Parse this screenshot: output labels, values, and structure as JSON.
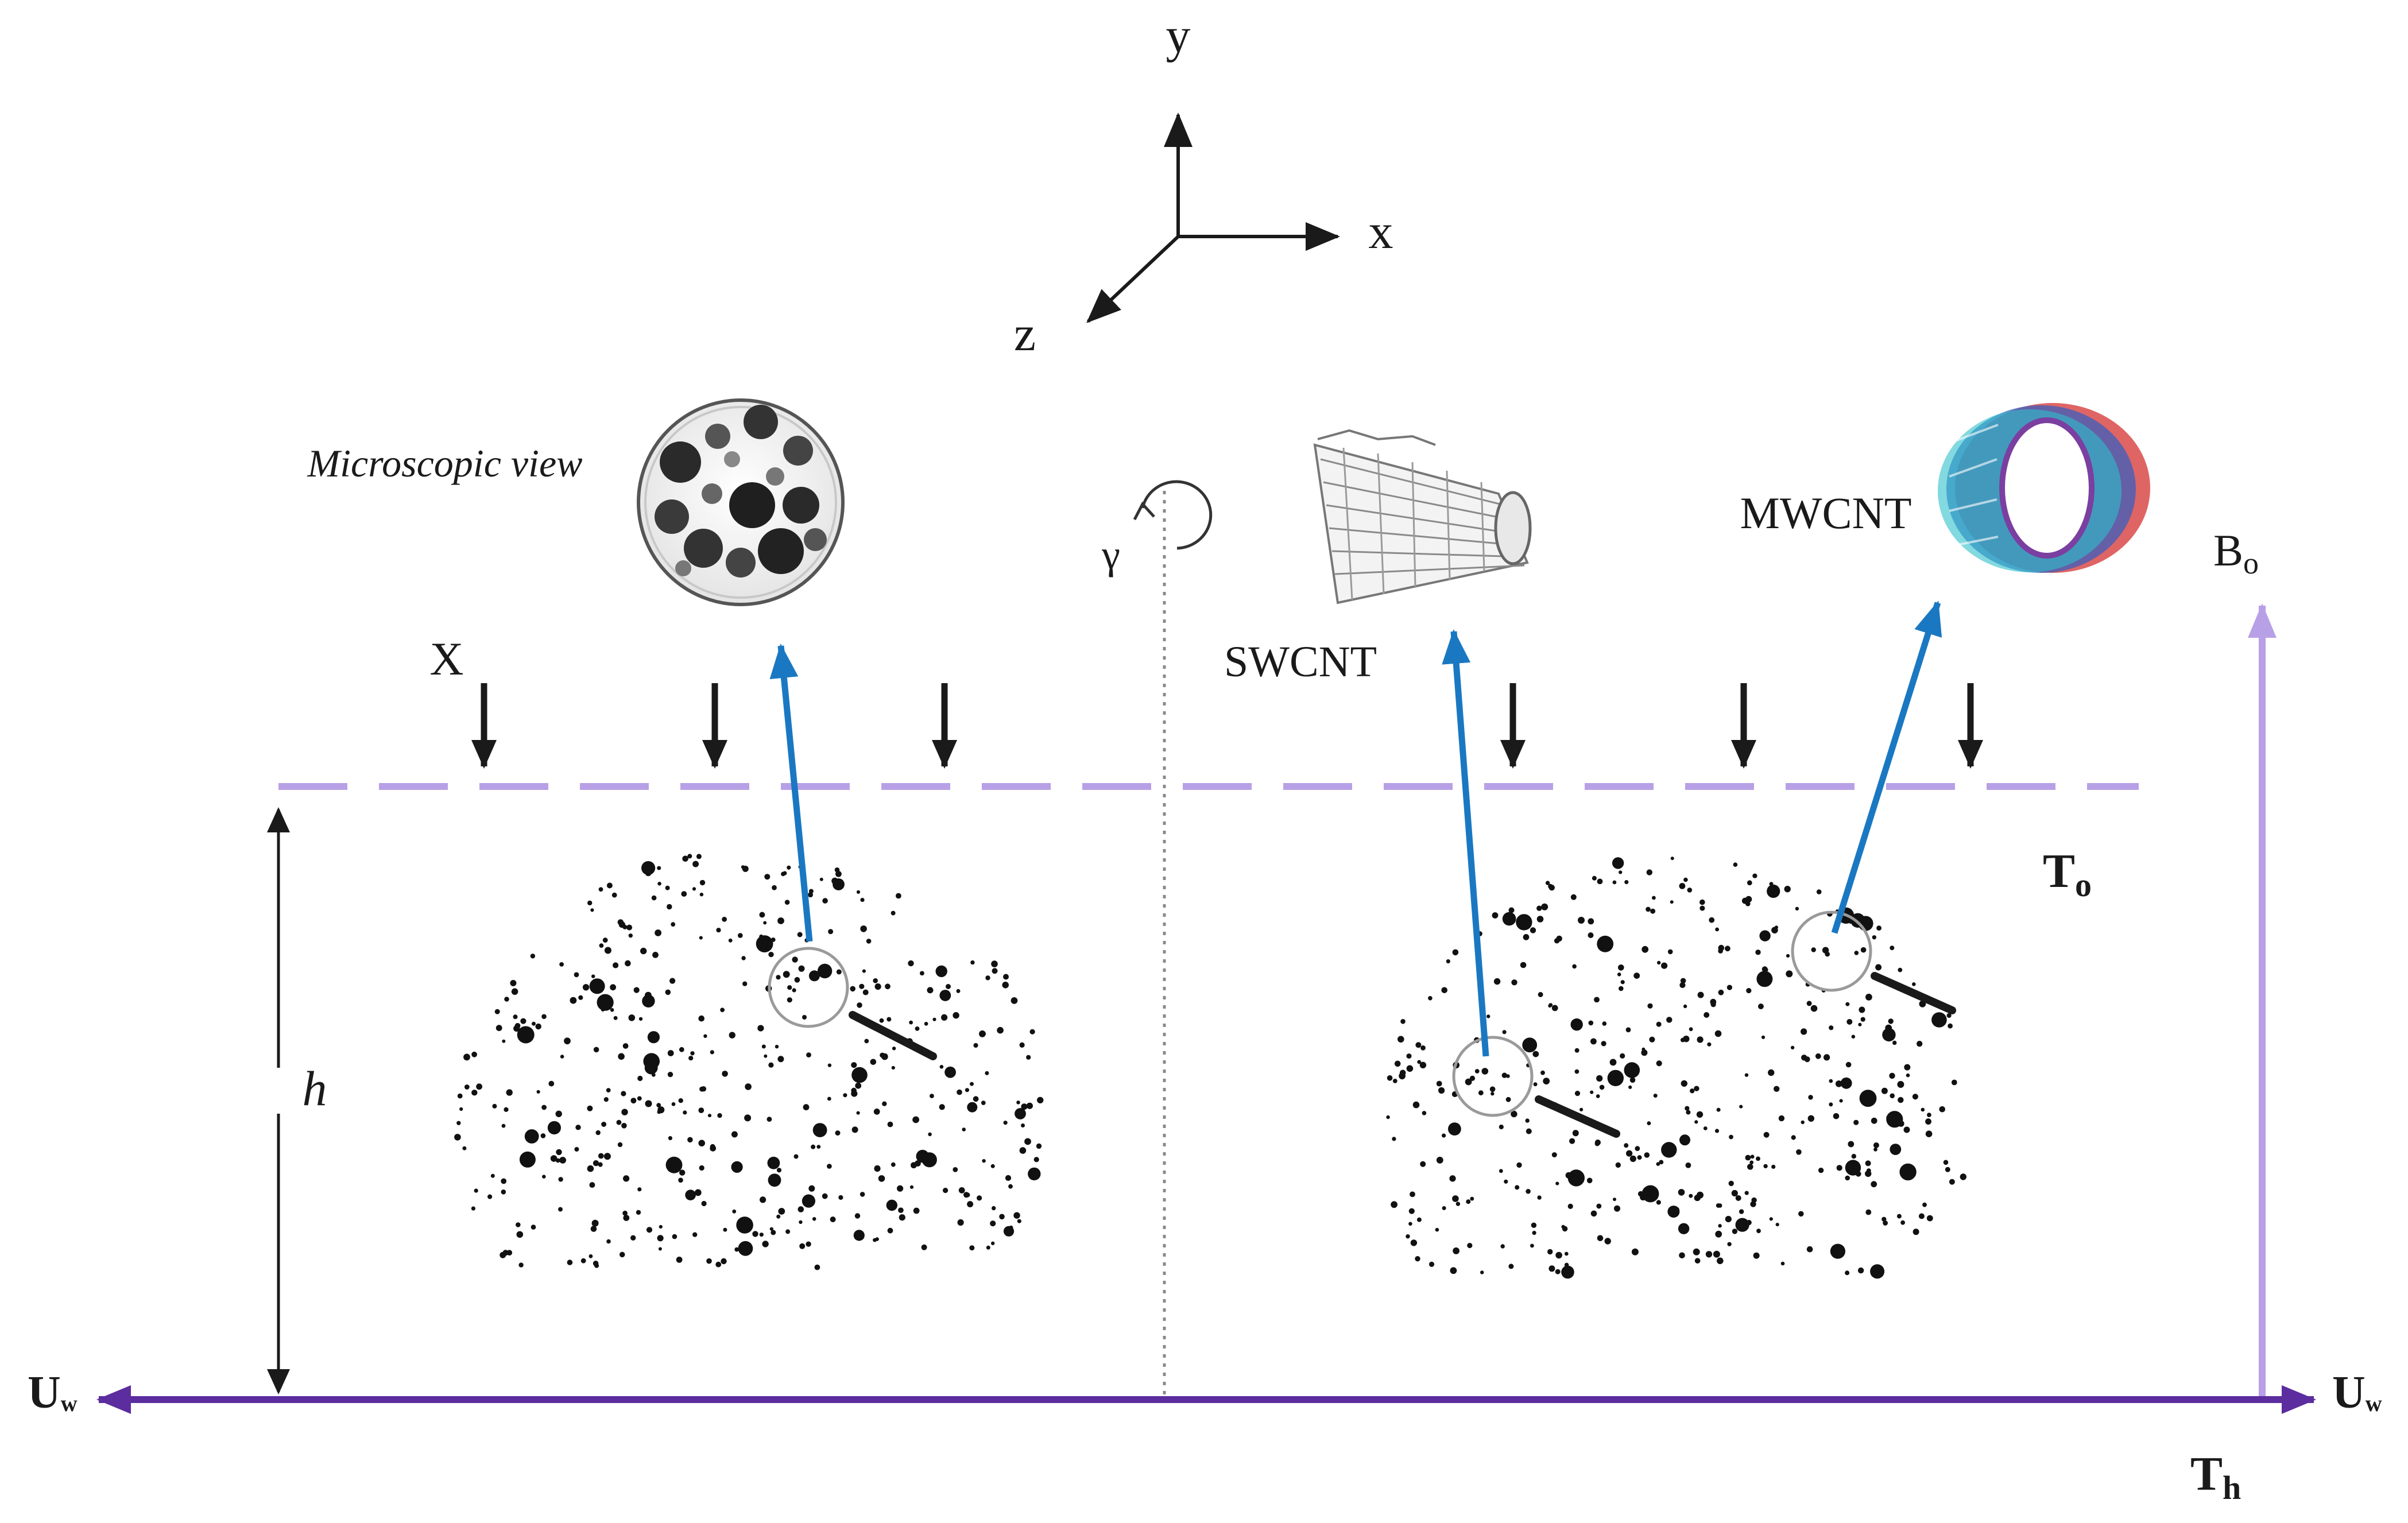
{
  "axes": {
    "y": "y",
    "x": "x",
    "z": "z"
  },
  "labels": {
    "microscopic_view": "Microscopic view",
    "x_flux": "X",
    "swcnt": "SWCNT",
    "mwcnt": "MWCNT",
    "gamma": "γ",
    "b0_main": "B",
    "b0_sub": "o",
    "t0_main": "T",
    "t0_sub": "o",
    "th_main": "T",
    "th_sub": "h",
    "h": "h",
    "uw_left_main": "U",
    "uw_left_sub": "w",
    "uw_right_main": "U",
    "uw_right_sub": "w"
  },
  "colors": {
    "plate": "#5b2d9e",
    "magnetic_field": "#b8a0e6",
    "dashed_boundary": "#b8a0e6",
    "zoom_arrows": "#1a78c2",
    "ink": "#1a1a1a"
  }
}
